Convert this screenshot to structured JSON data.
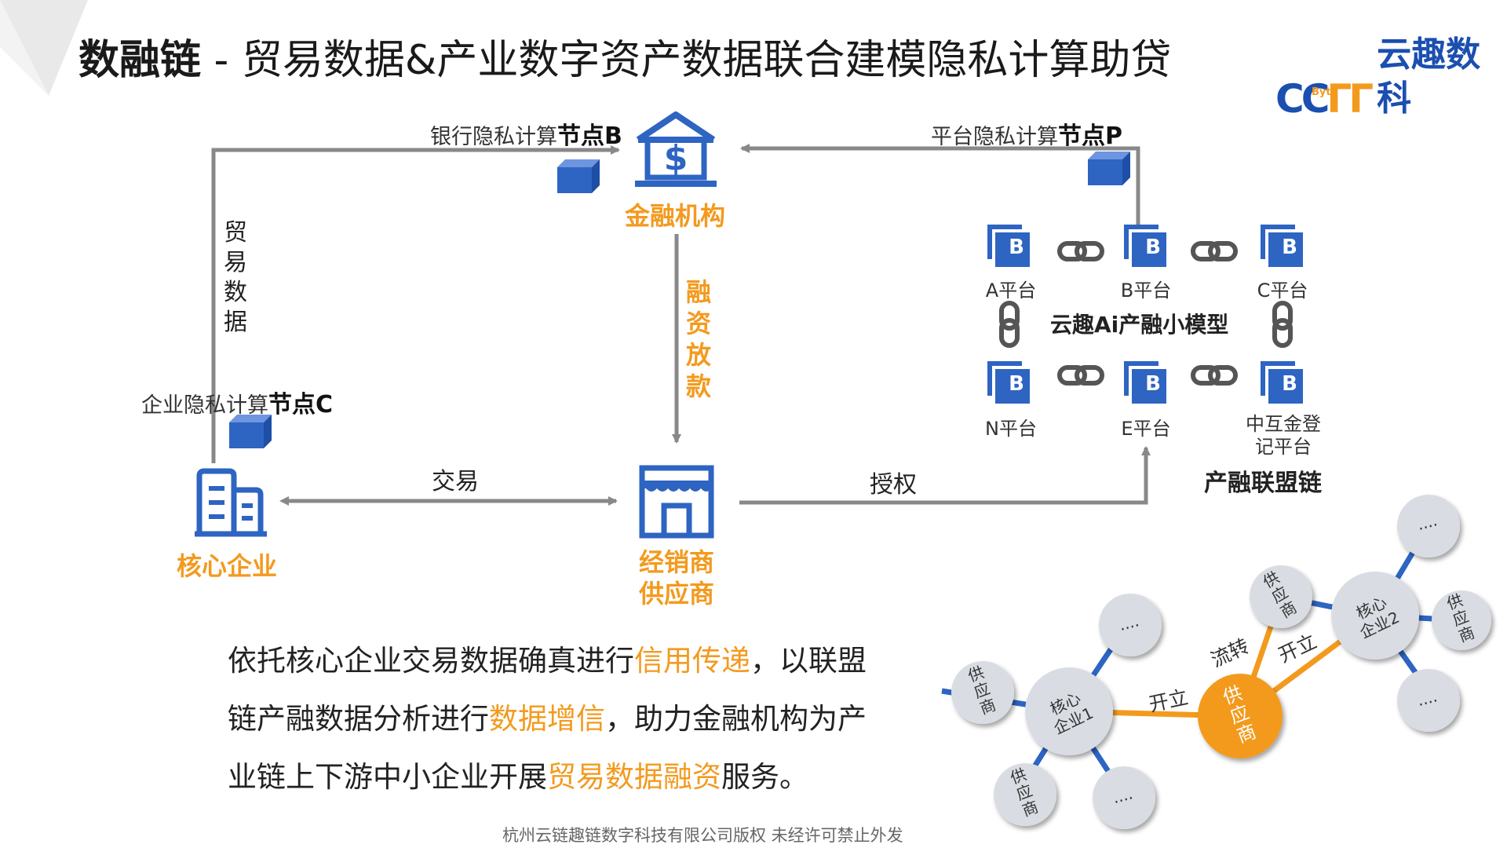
{
  "title": {
    "bold": "数融链",
    "rest": " - 贸易数据&产业数字资产数据联合建模隐私计算助贷"
  },
  "logo": {
    "mark_a": "CC",
    "mark_b": "ΓΓ",
    "byte": "Byte",
    "name": "云趣数科"
  },
  "bank_node": {
    "prefix": "银行隐私计算",
    "strong": "节点B"
  },
  "platform_node": {
    "prefix": "平台隐私计算",
    "strong": "节点P"
  },
  "enterprise_node": {
    "prefix": "企业隐私计算",
    "strong": "节点C"
  },
  "financial_institution": "金融机构",
  "trade_data": "贸易数据",
  "financing": "融资放款",
  "core_enterprise": "核心企业",
  "dealer_supplier": [
    "经销商",
    "供应商"
  ],
  "trade_label": "交易",
  "authorize_label": "授权",
  "platforms": [
    {
      "letter": "B",
      "name": "A平台"
    },
    {
      "letter": "B",
      "name": "B平台"
    },
    {
      "letter": "B",
      "name": "C平台"
    },
    {
      "letter": "B",
      "name": "N平台"
    },
    {
      "letter": "B",
      "name": "E平台"
    },
    {
      "letter": "B",
      "name": [
        "中互金登",
        "记平台"
      ]
    }
  ],
  "ai_model": "云趣Ai产融小模型",
  "alliance_chain": "产融联盟链",
  "paragraph": [
    {
      "t": "依托核心企业交易数据确真进行",
      "hl": false
    },
    {
      "t": "信用传递",
      "hl": true
    },
    {
      "t": "，以联盟链产融数据分析进行",
      "hl": false
    },
    {
      "t": "数据增信",
      "hl": true
    },
    {
      "t": "，助力金融机构为产业链上下游中小企业开展",
      "hl": false
    },
    {
      "t": "贸易数据融资",
      "hl": true
    },
    {
      "t": "服务。",
      "hl": false
    }
  ],
  "network": {
    "core1": [
      "核心",
      "企业1"
    ],
    "core2": [
      "核心",
      "企业2"
    ],
    "supplier_center": [
      "供",
      "应",
      "商"
    ],
    "supplier": [
      "供",
      "应",
      "商"
    ],
    "ellipsis": "....",
    "edge_open1": "开立",
    "edge_open2": "开立",
    "edge_flow": "流转"
  },
  "footer": "杭州云链趣链数字科技有限公司版权 未经许可禁止外发",
  "colors": {
    "blue": "#2e64c2",
    "orange": "#f39a1e",
    "gray": "#888888",
    "node_gray": "#d9dde3"
  },
  "icons": [
    "bank-dollar-icon",
    "building-icon",
    "store-icon",
    "cube-icon",
    "chain-link-icon",
    "platform-b-icon"
  ]
}
